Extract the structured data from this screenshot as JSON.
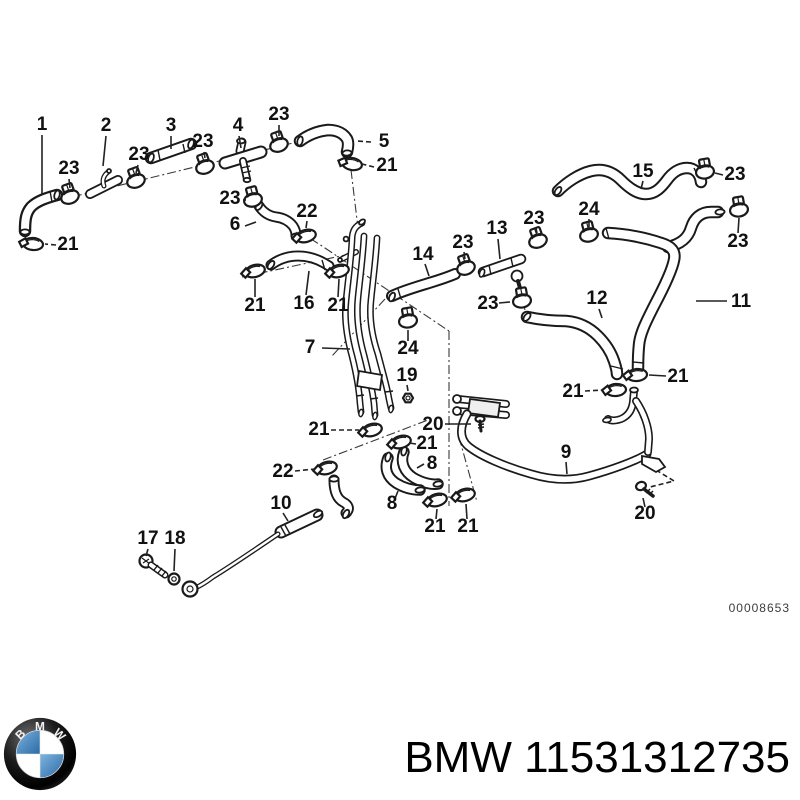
{
  "diagram": {
    "watermark": "00008653",
    "callouts": [
      "1",
      "2",
      "3",
      "23",
      "23",
      "23",
      "4",
      "23",
      "5",
      "21",
      "23",
      "6",
      "22",
      "21",
      "21",
      "16",
      "21",
      "15",
      "23",
      "24",
      "23",
      "13",
      "23",
      "23",
      "14",
      "12",
      "11",
      "23",
      "21",
      "21",
      "7",
      "24",
      "19",
      "20",
      "21",
      "21",
      "8",
      "22",
      "8",
      "10",
      "9",
      "20",
      "21",
      "21",
      "17",
      "18"
    ]
  },
  "footer": {
    "part_label": "BMW 11531312735",
    "logo": {
      "letters": [
        "B",
        "M",
        "W"
      ]
    }
  }
}
